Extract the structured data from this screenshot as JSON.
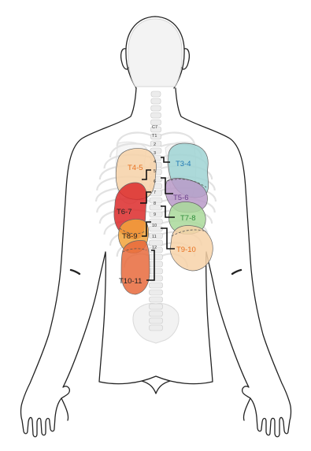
{
  "colors": {
    "outline": "#222222",
    "spine_fill": "#ececec",
    "spine_stroke": "#c8c8c8",
    "rib_stroke": "#e2e2e2",
    "leader": "#111111"
  },
  "vertebra_labels": [
    {
      "text": "C7"
    },
    {
      "text": "T1"
    },
    {
      "text": "2"
    },
    {
      "text": "3"
    },
    {
      "text": "4"
    },
    {
      "text": "5"
    },
    {
      "text": "6"
    },
    {
      "text": "7"
    },
    {
      "text": "8"
    },
    {
      "text": "9"
    },
    {
      "text": "10"
    },
    {
      "text": "11"
    },
    {
      "text": "12"
    }
  ],
  "regions": [
    {
      "label": "T3-4",
      "fill": "#9fd3d3",
      "text_color": "#1e78b4"
    },
    {
      "label": "T4-5",
      "fill": "#f7d2a8",
      "text_color": "#e8701e"
    },
    {
      "label": "T5-6",
      "fill": "#b89ac8",
      "text_color": "#6a3f8a"
    },
    {
      "label": "T6-7",
      "fill": "#dc2a2a",
      "text_color": "#222222"
    },
    {
      "label": "T7-8",
      "fill": "#a9d99a",
      "text_color": "#2e8b3a"
    },
    {
      "label": "T8-9",
      "fill": "#f2a33a",
      "text_color": "#222222"
    },
    {
      "label": "T9-10",
      "fill": "#f7d2a8",
      "text_color": "#e8701e"
    },
    {
      "label": "T10-11",
      "fill": "#e86a3c",
      "text_color": "#222222"
    }
  ]
}
